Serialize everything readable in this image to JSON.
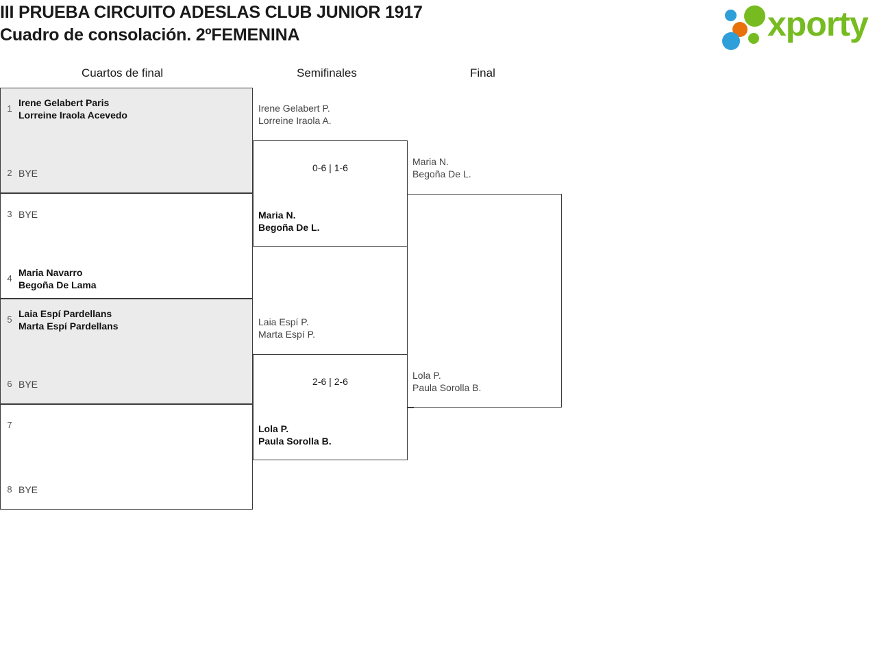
{
  "header": {
    "title_line1": "III PRUEBA CIRCUITO ADESLAS CLUB JUNIOR 1917",
    "title_line2": "Cuadro de consolación. 2ºFEMENINA",
    "logo_text": "xporty",
    "logo_colors": {
      "green": "#76bc21",
      "blue": "#2e9fd8",
      "orange": "#e8710a"
    }
  },
  "columns": {
    "quarterfinals": "Cuartos de final",
    "semifinals": "Semifinales",
    "final": "Final"
  },
  "bracket": {
    "quarterfinals": [
      {
        "shaded": true,
        "top": {
          "seed": "1",
          "line1": "Irene Gelabert Paris",
          "line2": "Lorreine Iraola Acevedo",
          "state": "winner"
        },
        "bottom": {
          "seed": "2",
          "line1": "BYE",
          "line2": "",
          "state": "bye"
        }
      },
      {
        "shaded": false,
        "top": {
          "seed": "3",
          "line1": "BYE",
          "line2": "",
          "state": "bye"
        },
        "bottom": {
          "seed": "4",
          "line1": "Maria Navarro",
          "line2": "Begoña De Lama",
          "state": "winner"
        }
      },
      {
        "shaded": true,
        "top": {
          "seed": "5",
          "line1": "Laia Espí Pardellans",
          "line2": "Marta Espí Pardellans",
          "state": "winner"
        },
        "bottom": {
          "seed": "6",
          "line1": "BYE",
          "line2": "",
          "state": "bye"
        }
      },
      {
        "shaded": false,
        "top": {
          "seed": "7",
          "line1": "",
          "line2": "",
          "state": "empty"
        },
        "bottom": {
          "seed": "8",
          "line1": "BYE",
          "line2": "",
          "state": "bye"
        }
      }
    ],
    "semifinals": [
      {
        "loser": {
          "line1": "Irene Gelabert P.",
          "line2": "Lorreine Iraola A."
        },
        "score": "0-6 | 1-6",
        "winner": {
          "line1": "Maria N.",
          "line2": "Begoña De L."
        }
      },
      {
        "loser": {
          "line1": "Laia Espí P.",
          "line2": "Marta Espí P."
        },
        "score": "2-6 | 2-6",
        "winner": {
          "line1": "Lola P.",
          "line2": "Paula Sorolla B."
        }
      }
    ],
    "final": {
      "score": "",
      "top": {
        "line1": "Maria N.",
        "line2": "Begoña De L."
      },
      "bottom": {
        "line1": "Lola P.",
        "line2": "Paula Sorolla B."
      }
    }
  }
}
